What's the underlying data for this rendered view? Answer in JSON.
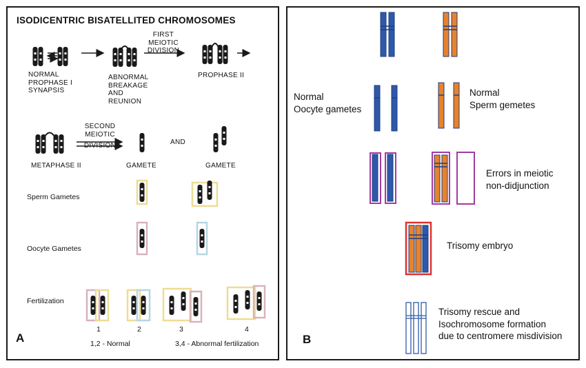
{
  "panel_a": {
    "title": "ISODICENTRIC BISATELLITED CHROMOSOMES",
    "step1": [
      "NORMAL",
      "PROPHASE I",
      "SYNAPSIS"
    ],
    "step2": [
      "ABNORMAL",
      "BREAKAGE",
      "AND",
      "REUNION"
    ],
    "arrow1": [
      "FIRST",
      "MEIOTIC",
      "DIVISION"
    ],
    "step3": "PROPHASE  II",
    "step4": "METAPHASE II",
    "arrow2": [
      "SECOND",
      "MEIOTIC",
      "DIVISION"
    ],
    "gamete1": "GAMETE",
    "and": "AND",
    "gamete2": "GAMETE",
    "sperm_label": "Sperm Gametes",
    "oocyte_label": "Oocyte Gametes",
    "fert_label": "Fertilization",
    "fert_numbers": [
      "1",
      "2",
      "3",
      "4"
    ],
    "normal_note": "1,2 - Normal",
    "abnormal_note": "3,4 - Abnormal fertilization",
    "panel_letter": "A"
  },
  "panel_b": {
    "oocyte_label": [
      "Normal",
      "Oocyte gametes"
    ],
    "sperm_label": [
      "Normal",
      "Sperm gemetes"
    ],
    "error_label": [
      "Errors in meiotic",
      "non-didjunction"
    ],
    "trisomy_label": "Trisomy embryo",
    "rescue_label": [
      "Trisomy rescue and",
      "Isochromosome formation",
      "due to centromere misdivision"
    ],
    "panel_letter": "B"
  },
  "colors": {
    "blue": "#2f59a8",
    "orange": "#e8822c",
    "magenta": "#a23aa3",
    "red": "#e0302c",
    "yellow_box": "#eedc92",
    "pink_box": "#d8b2bc",
    "lightblue_box": "#b5d6e2"
  }
}
